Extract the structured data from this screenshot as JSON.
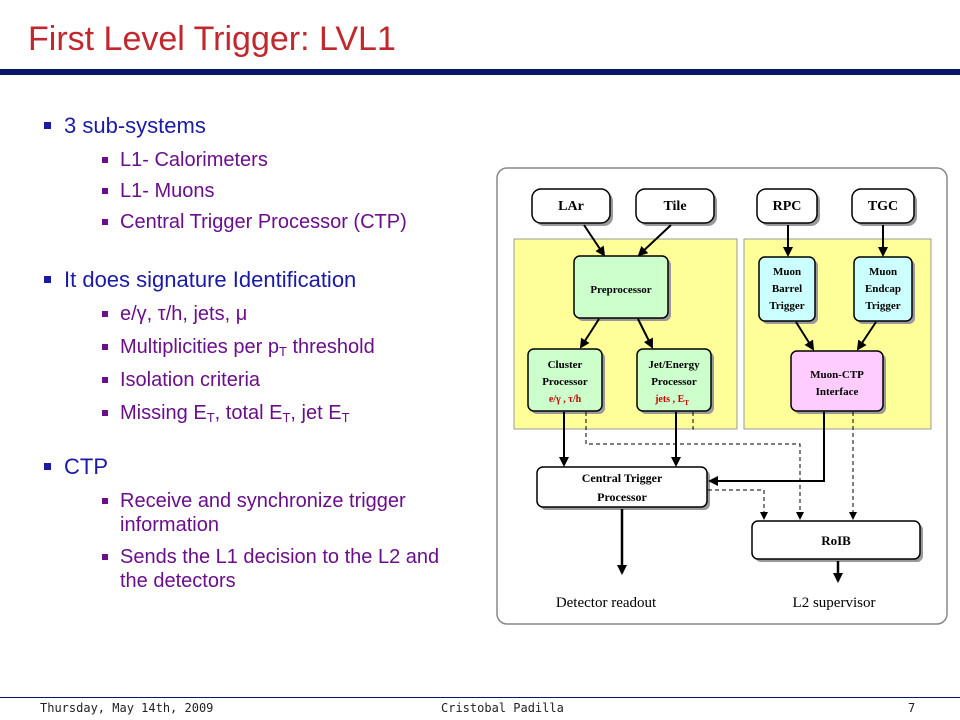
{
  "title": "First Level Trigger: LVL1",
  "bullets": {
    "b1": "3 sub-systems",
    "b1_1": "L1- Calorimeters",
    "b1_2": "L1- Muons",
    "b1_3": "Central Trigger Processor (CTP)",
    "b2": "It does signature Identification",
    "b2_1": "e/γ, τ/h, jets, μ",
    "b2_2_pre": "Multiplicities per p",
    "b2_2_sub": "T",
    "b2_2_post": " threshold",
    "b2_3": "Isolation criteria",
    "b2_4_a": "Missing E",
    "b2_4_sub1": "T",
    "b2_4_b": ", total E",
    "b2_4_sub2": "T",
    "b2_4_c": ", jet E",
    "b2_4_sub3": "T",
    "b3": "CTP",
    "b3_1": "Receive and synchronize trigger information",
    "b3_2": "Sends the L1 decision to the L2 and the detectors"
  },
  "diagram": {
    "lar": "LAr",
    "tile": "Tile",
    "rpc": "RPC",
    "tgc": "TGC",
    "preprocessor": "Preprocessor",
    "cluster_l1": "Cluster",
    "cluster_l2": "Processor",
    "cluster_l3": "e/γ , τ/h",
    "jet_l1": "Jet/Energy",
    "jet_l2": "Processor",
    "jet_l3_a": "jets , E",
    "jet_l3_sub": "T",
    "muon_barrel_l1": "Muon",
    "muon_barrel_l2": "Barrel",
    "muon_barrel_l3": "Trigger",
    "muon_endcap_l1": "Muon",
    "muon_endcap_l2": "Endcap",
    "muon_endcap_l3": "Trigger",
    "muon_ctp_l1": "Muon-CTP",
    "muon_ctp_l2": "Interface",
    "ctp_l1": "Central Trigger",
    "ctp_l2": "Processor",
    "roib": "RoIB",
    "detector_readout": "Detector readout",
    "l2_supervisor": "L2 supervisor"
  },
  "footer": {
    "date": "Thursday, May 14th, 2009",
    "author": "Cristobal Padilla",
    "page": "7"
  },
  "colors": {
    "title": "#c0282d",
    "bar": "#0a1766",
    "level1_text": "#1a1aa6",
    "level2_text": "#6b0e8c",
    "yellow_panel": "#ffff99",
    "green_box": "#ccffcc",
    "cyan_box": "#ccffff",
    "pink_box": "#ffccff",
    "red_text": "#cc0000"
  }
}
